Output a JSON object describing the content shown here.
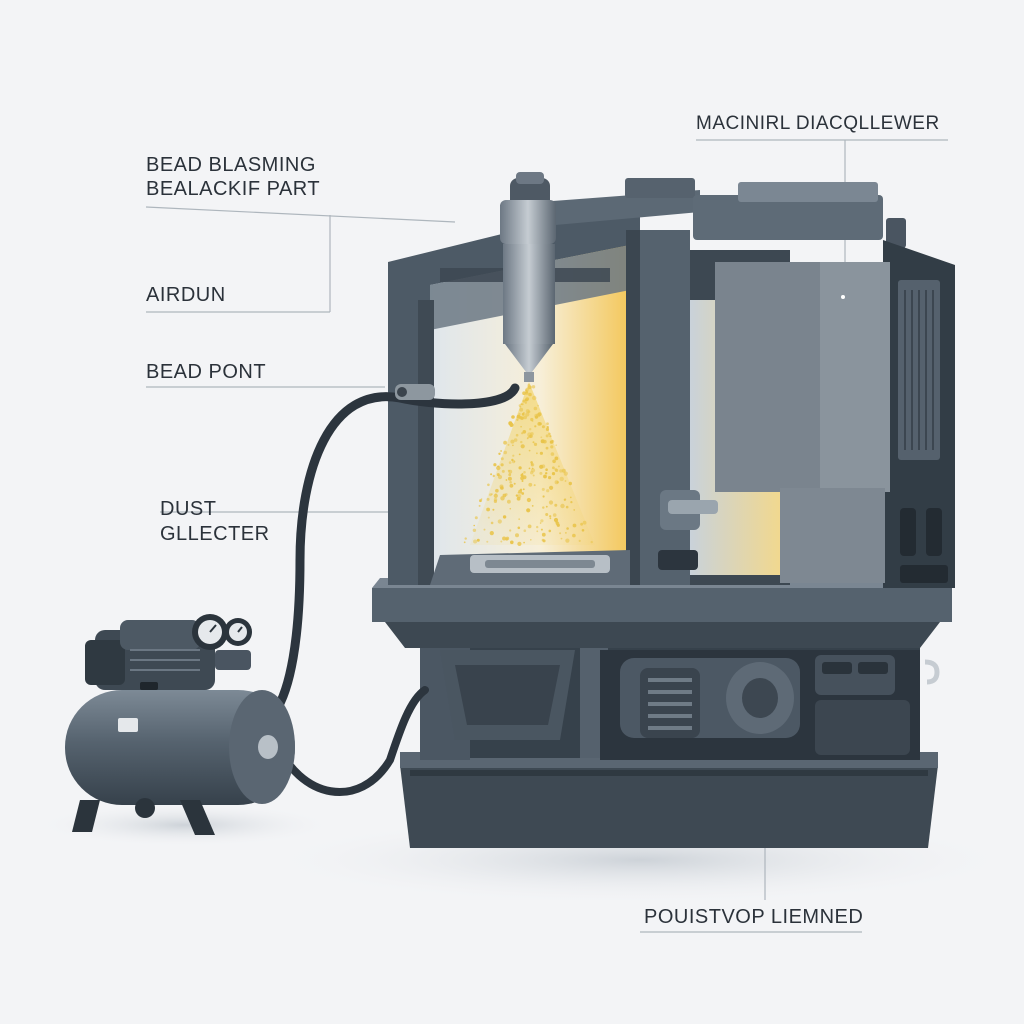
{
  "labels": {
    "bead_blasting_line1": "BEAD BLASMING",
    "bead_blasting_line2": "BEALACKIF PART",
    "airgun": "AIRDUN",
    "bead_point": "BEAD PONT",
    "dust_line1": "DUST",
    "dust_line2": "GLLECTER",
    "machine_top_right": "MACINIRL DIACQLLEWER",
    "bottom": "POUISTVOP LIEMNED"
  },
  "colors": {
    "background": "#f3f4f6",
    "machine_body": "#4d5a66",
    "machine_dark": "#36414b",
    "machine_light": "#6b7884",
    "spray": "#e9c44a",
    "leader_lines": "#aeb6bd",
    "label_text": "#2b323a"
  },
  "icons": {
    "compressor": "air-compressor-icon",
    "nozzle": "spray-nozzle-icon",
    "gauge": "pressure-gauge-icon"
  }
}
